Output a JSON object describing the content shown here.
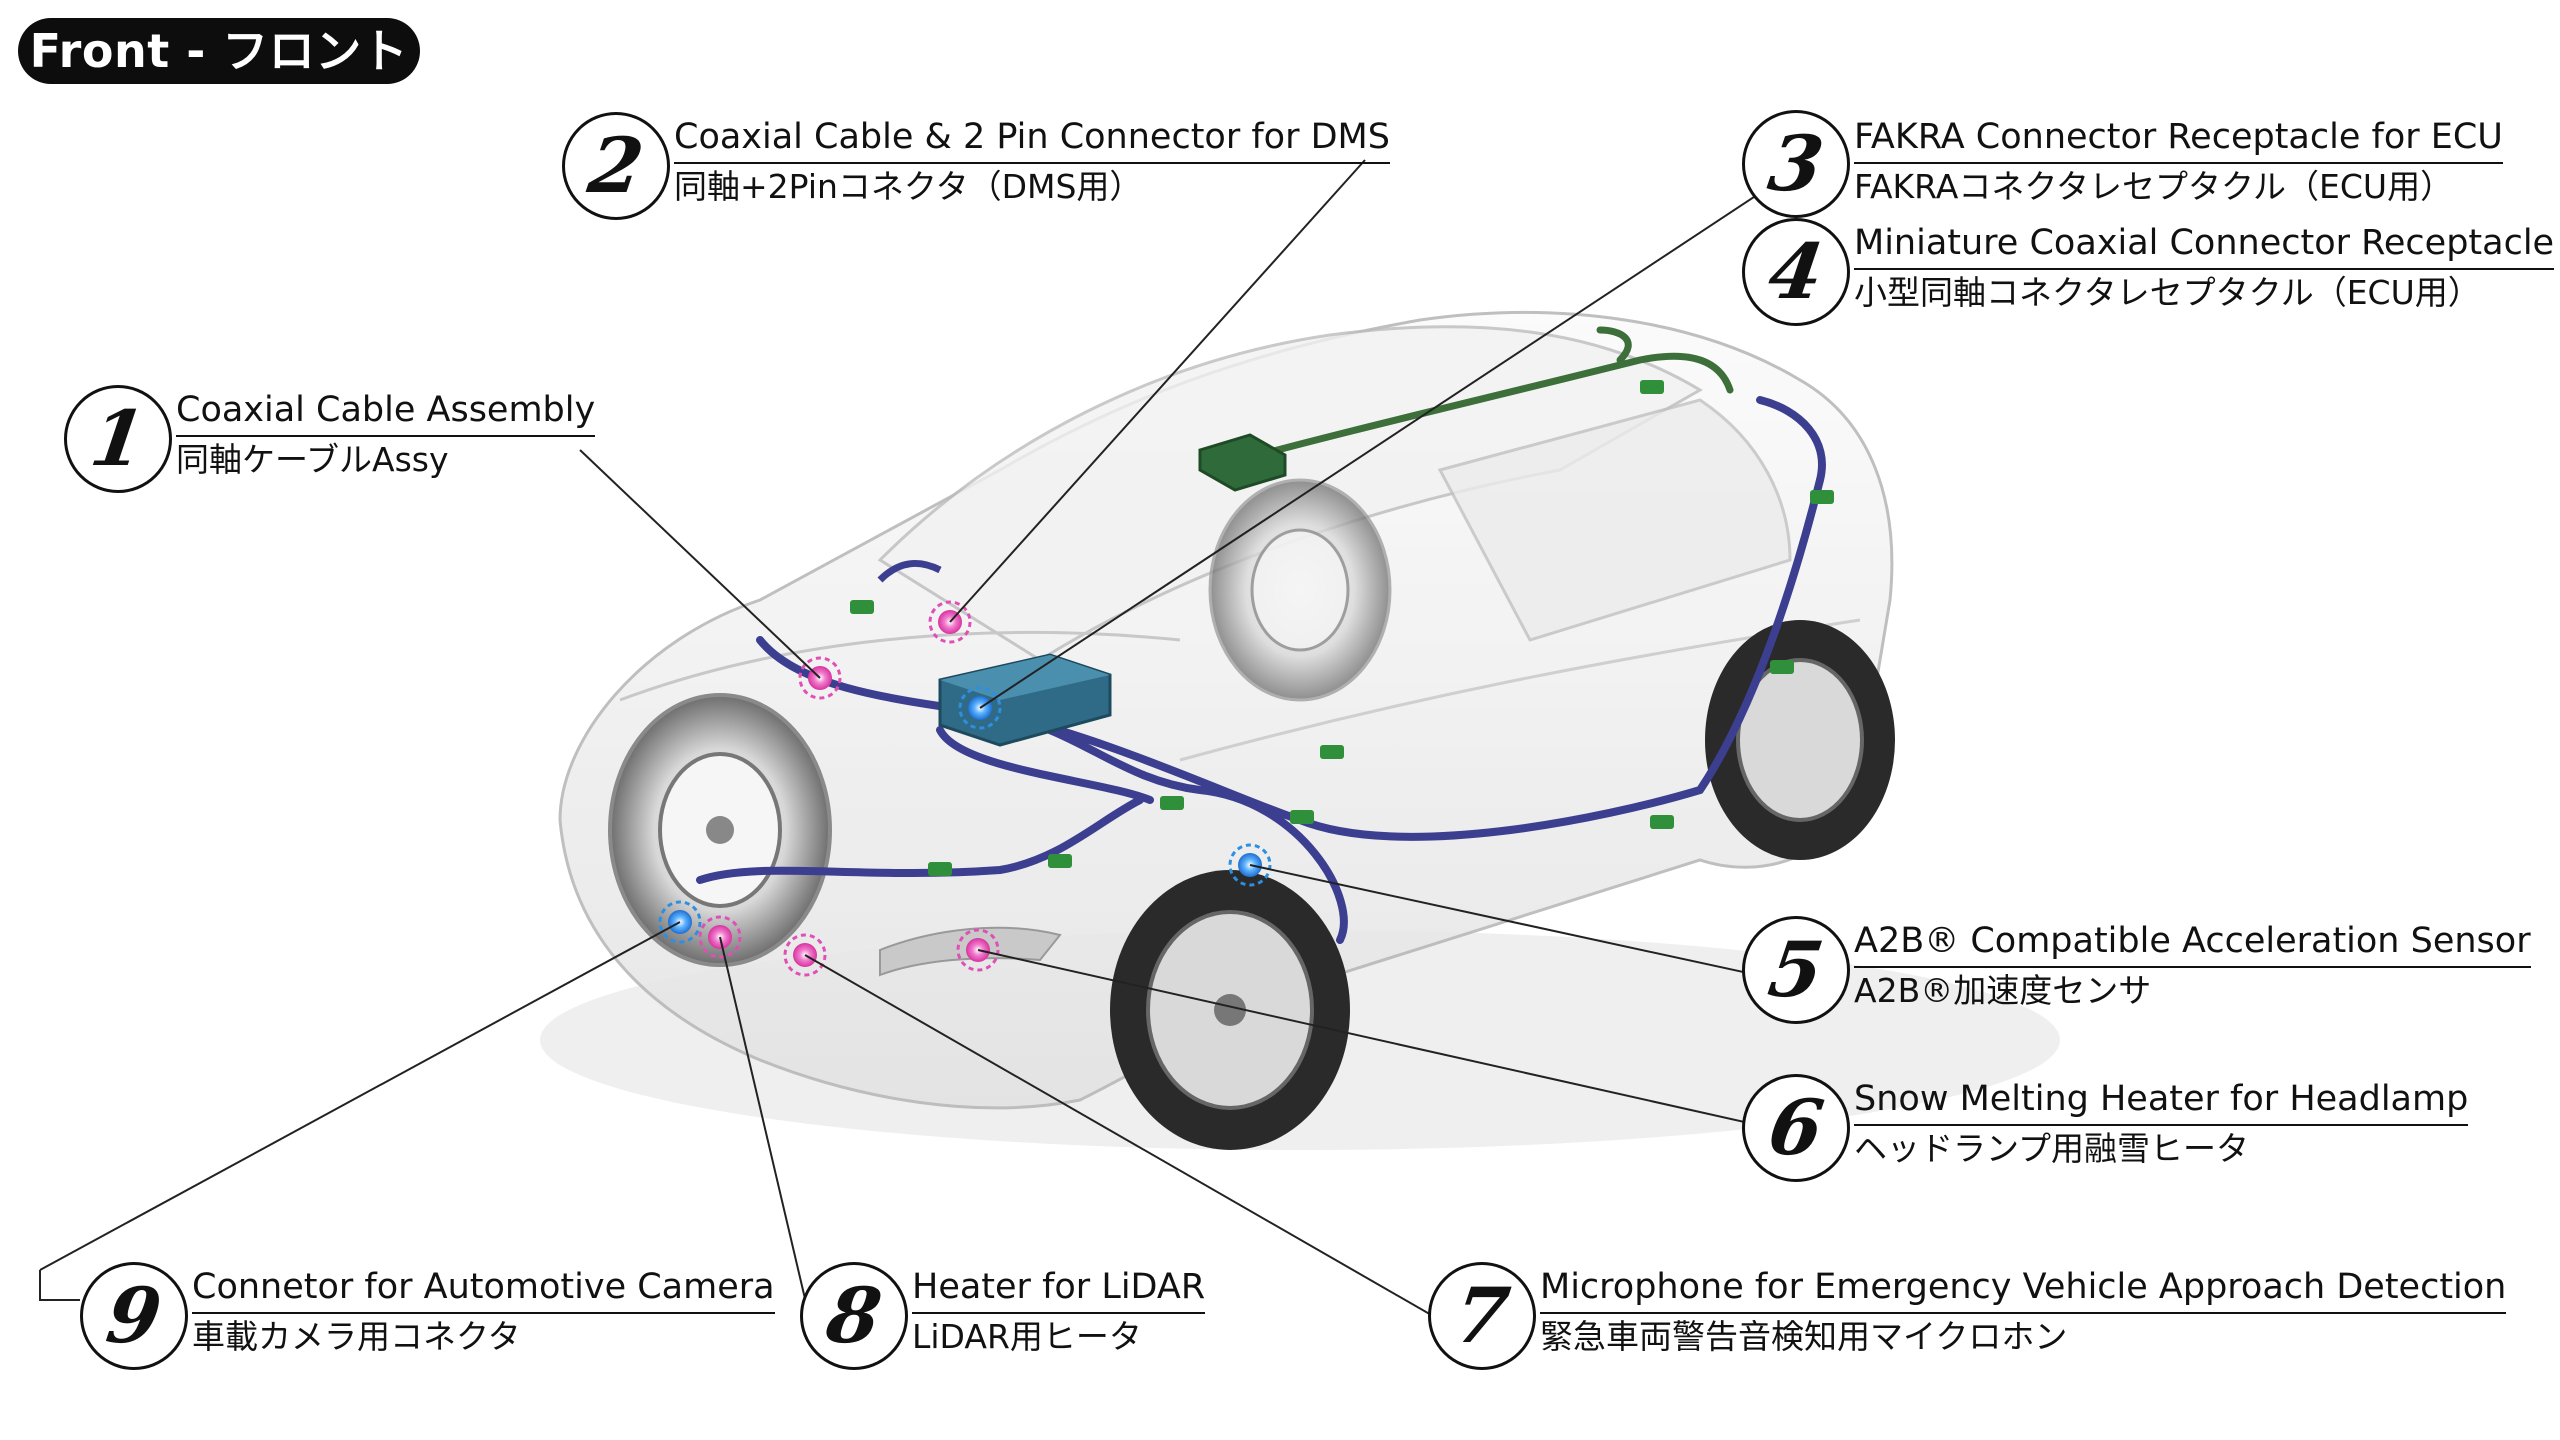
{
  "badge": {
    "label": "Front - フロント"
  },
  "callouts": [
    {
      "num": "1",
      "en": "Coaxial Cable Assembly",
      "ja": "同軸ケーブルAssy"
    },
    {
      "num": "2",
      "en": "Coaxial Cable & 2 Pin Connector for DMS",
      "ja": "同軸+2Pinコネクタ（DMS用）"
    },
    {
      "num": "3",
      "en": "FAKRA Connector Receptacle for ECU",
      "ja": "FAKRAコネクタレセプタクル（ECU用）"
    },
    {
      "num": "4",
      "en": "Miniature Coaxial Connector Receptacle",
      "ja": "小型同軸コネクタレセプタクル（ECU用）"
    },
    {
      "num": "5",
      "en": "A2B® Compatible Acceleration Sensor",
      "ja": "A2B®加速度センサ"
    },
    {
      "num": "6",
      "en": "Snow Melting Heater for Headlamp",
      "ja": "ヘッドランプ用融雪ヒータ"
    },
    {
      "num": "7",
      "en": "Microphone for Emergency Vehicle Approach Detection",
      "ja": "緊急車両警告音検知用マイクロホン"
    },
    {
      "num": "8",
      "en": "Heater for LiDAR",
      "ja": "LiDAR用ヒータ"
    },
    {
      "num": "9",
      "en": "Connetor for Automotive Camera",
      "ja": "車載カメラ用コネクタ"
    }
  ],
  "colors": {
    "harness_blue": "#3c3f8f",
    "harness_green": "#3c6f3a",
    "connector_green": "#2f8f3a",
    "marker_pink": "#e04fb5",
    "marker_blue": "#2e8fe0",
    "ecu_teal": "#2f6b86"
  }
}
